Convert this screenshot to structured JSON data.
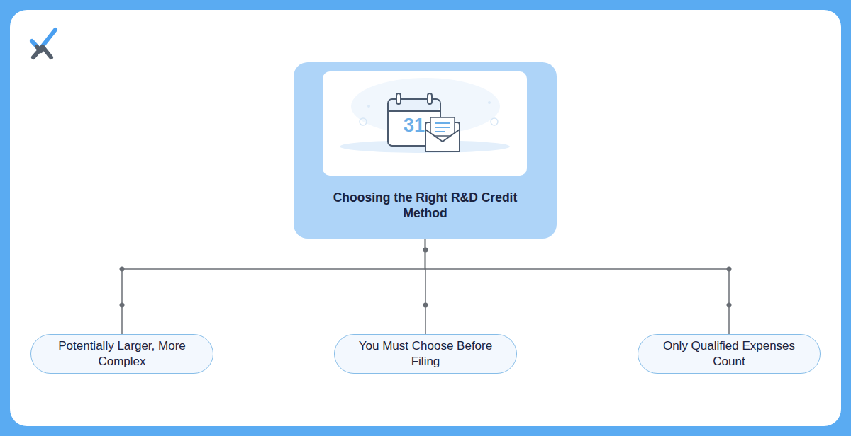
{
  "diagram": {
    "nodes": [
      {
        "text": [
          "Choosing the Right R&D Credit Method"
        ]
      },
      {
        "text": [
          "Potentially Larger, More Complex"
        ]
      },
      {
        "text": [
          "You Must Choose Before Filing"
        ]
      },
      {
        "text": [
          "Only Qualified Expenses Count"
        ]
      }
    ],
    "edges": [
      {
        "from": 0,
        "to": 1,
        "arrow": "none"
      },
      {
        "from": 0,
        "to": 2,
        "arrow": "none"
      },
      {
        "from": 0,
        "to": 3,
        "arrow": "none"
      }
    ],
    "labels": [
      "31"
    ]
  }
}
